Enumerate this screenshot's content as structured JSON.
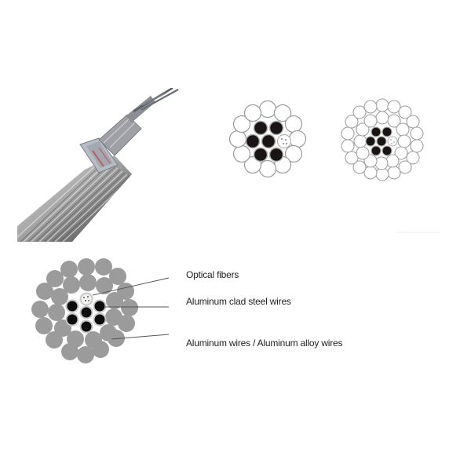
{
  "figure": {
    "subject": "OPGW optical ground wire cable",
    "photo": {
      "description": "stranded aluminum cable with exposed fiber unit"
    },
    "cross_sections": [
      {
        "id": "cross-section-1",
        "layers": [
          "optical fiber unit + 6 steel wires",
          "12 aluminum wires"
        ]
      },
      {
        "id": "cross-section-2",
        "layers": [
          "optical fiber unit + 6 steel wires",
          "12 aluminum wires",
          "18 aluminum wires"
        ]
      }
    ],
    "labeled_diagram": {
      "labels": [
        {
          "text": "Optical fibers"
        },
        {
          "text": "Aluminum clad steel wires"
        },
        {
          "text": "Aluminum wires / Aluminum alloy wires"
        }
      ]
    }
  },
  "colors": {
    "steel_wire": "#1a1414",
    "aluminum_wire_outline": "#9a9a9a",
    "aluminum_wire_fill_grey": "#9b9b9b",
    "leader_line": "#555555",
    "text": "#222222"
  }
}
